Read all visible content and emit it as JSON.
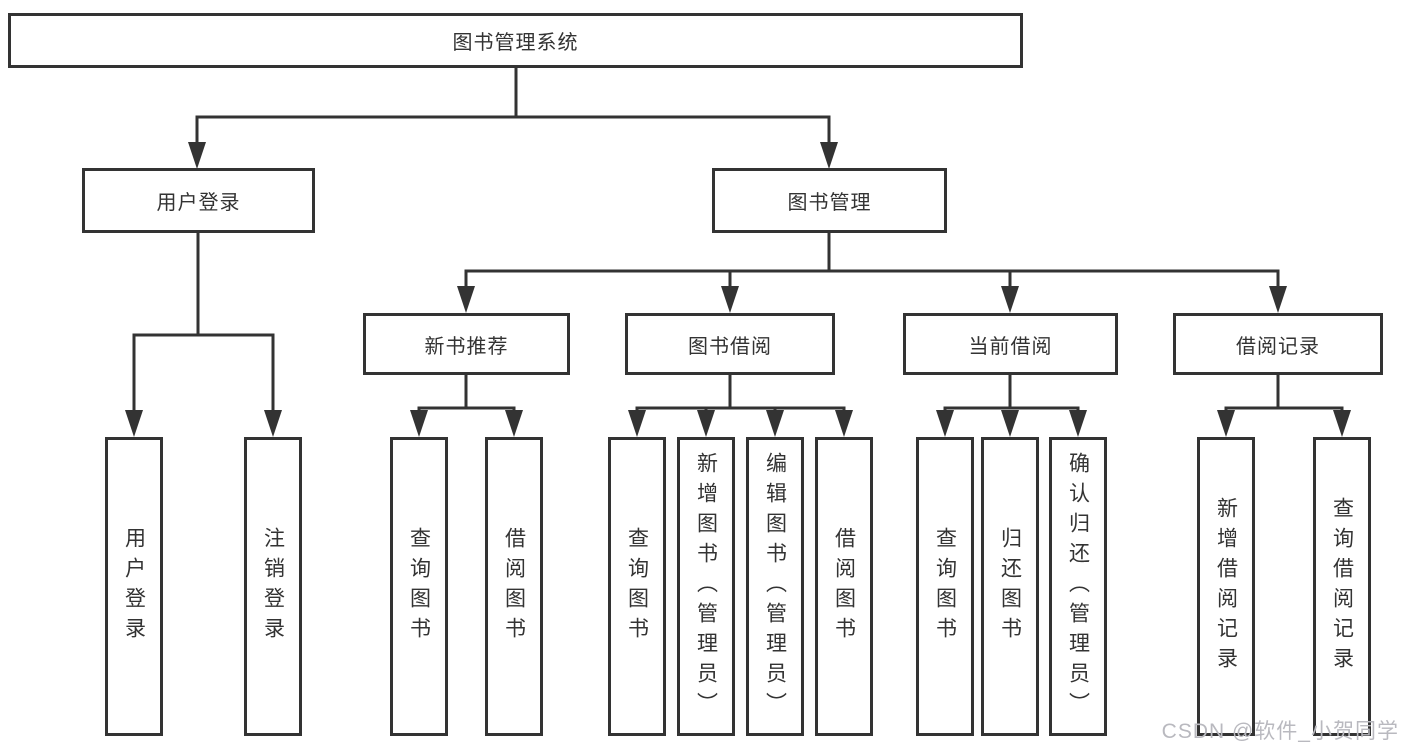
{
  "tree": {
    "label": "图书管理系统",
    "children": [
      {
        "label": "用户登录",
        "children": [
          {
            "label": "用户登录"
          },
          {
            "label": "注销登录"
          }
        ]
      },
      {
        "label": "图书管理",
        "children": [
          {
            "label": "新书推荐",
            "children": [
              {
                "label": "查询图书"
              },
              {
                "label": "借阅图书"
              }
            ]
          },
          {
            "label": "图书借阅",
            "children": [
              {
                "label": "查询图书"
              },
              {
                "label": "新增图书（管理员）"
              },
              {
                "label": "编辑图书（管理员）"
              },
              {
                "label": "借阅图书"
              }
            ]
          },
          {
            "label": "当前借阅",
            "children": [
              {
                "label": "查询图书"
              },
              {
                "label": "归还图书"
              },
              {
                "label": "确认归还（管理员）"
              }
            ]
          },
          {
            "label": "借阅记录",
            "children": [
              {
                "label": "新增借阅记录"
              },
              {
                "label": "查询借阅记录"
              }
            ]
          }
        ]
      }
    ]
  },
  "watermark": {
    "text": "CSDN @软件_小贺同学"
  },
  "colors": {
    "line": "#333333",
    "box_border": "#333333",
    "text": "#333333",
    "box_background": "#ffffff",
    "page_background": "#ffffff",
    "watermark": "#b9b9bf"
  }
}
